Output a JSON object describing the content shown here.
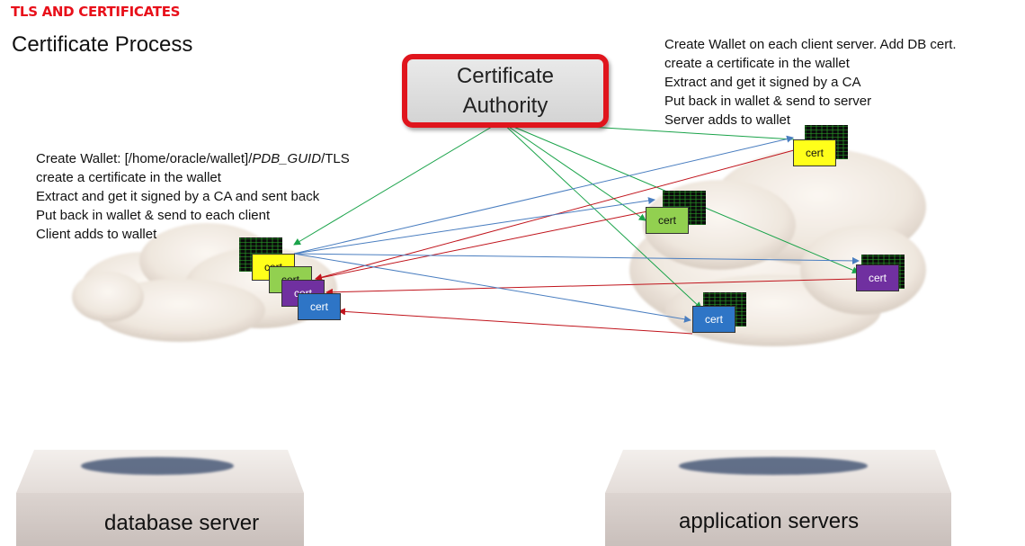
{
  "header": {
    "tag": "TLS AND CERTIFICATES",
    "title": "Certificate Process"
  },
  "ca": {
    "line1": "Certificate",
    "line2": "Authority"
  },
  "client_notes": [
    "Create Wallet on each client server. Add DB cert.",
    "create a certificate in the wallet",
    "Extract and get it signed by a CA",
    "Put back in wallet & send to server",
    "Server adds to wallet"
  ],
  "db_notes": {
    "line1_prefix": "Create Wallet: [/home/oracle/wallet]/",
    "line1_italic": "PDB_GUID",
    "line1_suffix": "/TLS",
    "lines": [
      "create a certificate in the wallet",
      "Extract and get it signed by a CA and sent back",
      "Put back in wallet & send to each client",
      "Client adds to wallet"
    ]
  },
  "cert_label": "cert",
  "servers": {
    "database": "database server",
    "application": "application servers"
  },
  "colors": {
    "brand_red": "#e8101a",
    "arrow_green": "#1aa34a",
    "arrow_red": "#c0141c",
    "arrow_blue": "#4a7ec0",
    "cert_yellow": "#ffff1a",
    "cert_green": "#92d050",
    "cert_purple": "#7030a0",
    "cert_blue": "#2e75c6"
  }
}
